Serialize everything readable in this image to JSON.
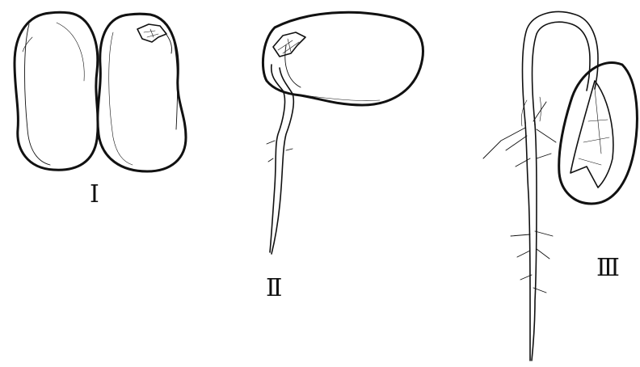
{
  "figure": {
    "stage_labels": [
      "Ⅰ",
      "Ⅱ",
      "Ⅲ"
    ]
  }
}
